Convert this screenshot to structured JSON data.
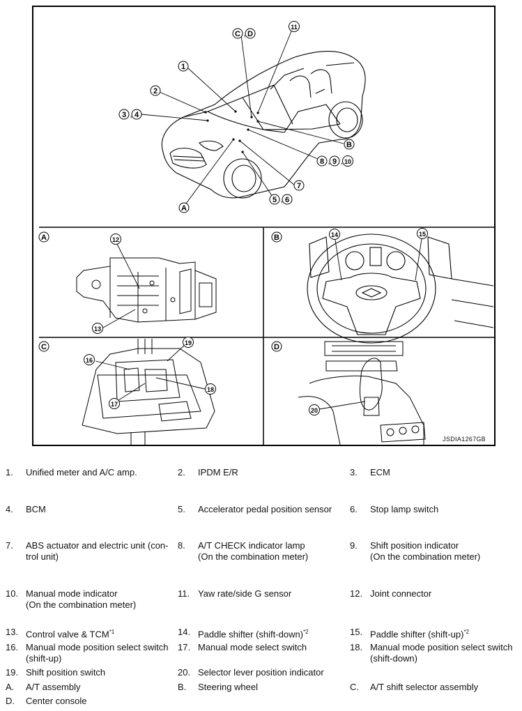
{
  "figure": {
    "figure_id": "JSDIA1267GB",
    "main_callouts": [
      "1",
      "2",
      "3",
      "4",
      "5",
      "6",
      "7",
      "8",
      "9",
      "10",
      "11",
      "A",
      "B",
      "C",
      "D"
    ],
    "separators": [
      ",",
      ",",
      ",",
      ",",
      ","
    ],
    "panels": [
      {
        "letter": "A",
        "callouts": [
          "12",
          "13"
        ]
      },
      {
        "letter": "B",
        "callouts": [
          "14",
          "15"
        ]
      },
      {
        "letter": "C",
        "callouts": [
          "16",
          "17",
          "18",
          "19"
        ]
      },
      {
        "letter": "D",
        "callouts": [
          "20"
        ]
      }
    ]
  },
  "legend": [
    {
      "num": "1.",
      "text": "Unified meter and A/C amp."
    },
    {
      "num": "2.",
      "text": "IPDM E/R"
    },
    {
      "num": "3.",
      "text": "ECM"
    },
    {
      "num": "4.",
      "text": "BCM"
    },
    {
      "num": "5.",
      "text": "Accelerator pedal position sensor"
    },
    {
      "num": "6.",
      "text": "Stop lamp switch"
    },
    {
      "num": "7.",
      "text": "ABS actuator and electric unit (con-\ntrol unit)"
    },
    {
      "num": "8.",
      "text": "A/T CHECK indicator lamp\n(On the combination meter)"
    },
    {
      "num": "9.",
      "text": "Shift position indicator\n(On the combination meter)"
    },
    {
      "num": "10.",
      "text": "Manual mode indicator\n(On the combination meter)"
    },
    {
      "num": "11.",
      "text": "Yaw rate/side G sensor"
    },
    {
      "num": "12.",
      "text": "Joint connector"
    },
    {
      "num": "13.",
      "text": "Control valve & TCM",
      "sup": "*1"
    },
    {
      "num": "14.",
      "text": "Paddle shifter (shift-down)",
      "sup": "*2"
    },
    {
      "num": "15.",
      "text": "Paddle shifter (shift-up)",
      "sup": "*2"
    },
    {
      "num": "16.",
      "text": "Manual mode position select switch\n(shift-up)"
    },
    {
      "num": "17.",
      "text": "Manual mode select switch"
    },
    {
      "num": "18.",
      "text": "Manual mode position select switch\n(shift-down)"
    },
    {
      "num": "19.",
      "text": "Shift position switch"
    },
    {
      "num": "20.",
      "text": "Selector lever position indicator"
    },
    {
      "num": "A.",
      "text": "A/T assembly"
    },
    {
      "num": "B.",
      "text": "Steering wheel"
    },
    {
      "num": "C.",
      "text": "A/T shift selector assembly"
    },
    {
      "num": "D.",
      "text": "Center console"
    }
  ]
}
